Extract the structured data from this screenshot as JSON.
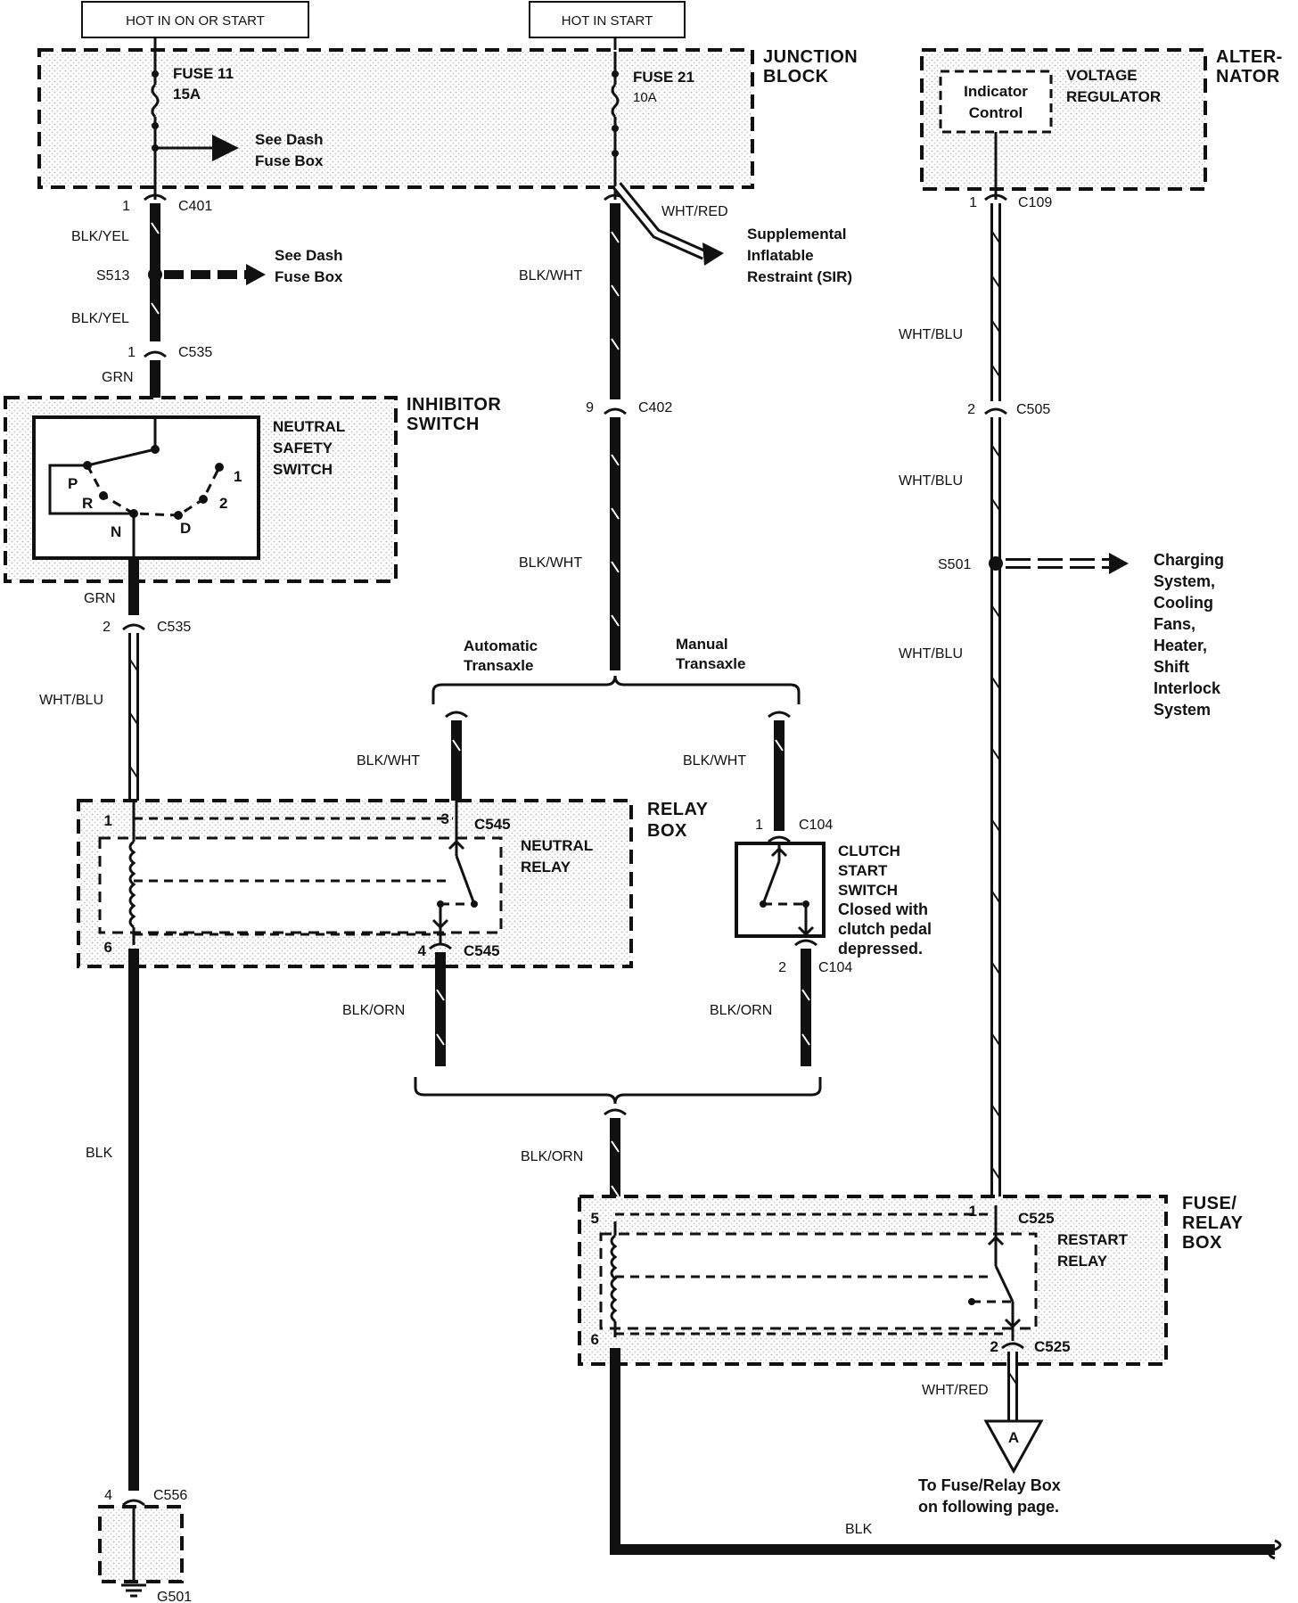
{
  "header_tags": {
    "hot_on_start": "HOT IN ON OR START",
    "hot_start": "HOT IN START"
  },
  "junction_block": {
    "title_line1": "JUNCTION",
    "title_line2": "BLOCK",
    "fuse11_name": "FUSE 11",
    "fuse11_amp": "15A",
    "fuse21_name": "FUSE 21",
    "fuse21_amp": "10A",
    "see_dash_line1": "See Dash",
    "see_dash_line2": "Fuse Box"
  },
  "alternator": {
    "title_line1": "ALTER-",
    "title_line2": "NATOR",
    "voltage_line1": "VOLTAGE",
    "voltage_line2": "REGULATOR",
    "indicator_line1": "Indicator",
    "indicator_line2": "Control"
  },
  "connectors": {
    "c401": "C401",
    "c401_pin": "1",
    "c109": "C109",
    "c109_pin": "1",
    "c535_top": "C535",
    "c535_top_pin": "1",
    "c535_bot": "C535",
    "c535_bot_pin": "2",
    "c402": "C402",
    "c402_pin": "9",
    "c505": "C505",
    "c505_pin": "2",
    "c545_top": "C545",
    "c545_top_pin": "3",
    "c545_bot": "C545",
    "c545_bot_pin": "4",
    "relay_pin1": "1",
    "relay_pin6": "6",
    "c104_top": "C104",
    "c104_top_pin": "1",
    "c104_bot": "C104",
    "c104_bot_pin": "2",
    "c525_top": "C525",
    "c525_top_pin": "1",
    "c525_bot": "C525",
    "c525_bot_pin": "2",
    "fuse_relay_pin5": "5",
    "fuse_relay_pin6": "6",
    "c556": "C556",
    "c556_pin": "4",
    "g501": "G501"
  },
  "splices": {
    "s513": "S513",
    "s501": "S501"
  },
  "wires": {
    "blk_yel_1": "BLK/YEL",
    "blk_yel_2": "BLK/YEL",
    "grn_1": "GRN",
    "grn_2": "GRN",
    "wht_blu_left": "WHT/BLU",
    "blk_left": "BLK",
    "wht_red_top": "WHT/RED",
    "blk_wht_1": "BLK/WHT",
    "blk_wht_2": "BLK/WHT",
    "blk_wht_auto": "BLK/WHT",
    "blk_wht_manual": "BLK/WHT",
    "blk_orn_auto": "BLK/ORN",
    "blk_orn_manual": "BLK/ORN",
    "blk_orn_main": "BLK/ORN",
    "wht_blu_r1": "WHT/BLU",
    "wht_blu_r2": "WHT/BLU",
    "wht_blu_r3": "WHT/BLU",
    "wht_red_bottom": "WHT/RED",
    "blk_bottom": "BLK"
  },
  "see_dash_s513_line1": "See Dash",
  "see_dash_s513_line2": "Fuse Box",
  "sir_line1": "Supplemental",
  "sir_line2": "Inflatable",
  "sir_line3": "Restraint (SIR)",
  "inhibitor": {
    "title_line1": "INHIBITOR",
    "title_line2": "SWITCH",
    "neutral_line1": "NEUTRAL",
    "neutral_line2": "SAFETY",
    "neutral_line3": "SWITCH",
    "pos_p": "P",
    "pos_r": "R",
    "pos_n": "N",
    "pos_d": "D",
    "pos_2": "2",
    "pos_1": "1"
  },
  "transaxle": {
    "auto_line1": "Automatic",
    "auto_line2": "Transaxle",
    "manual_line1": "Manual",
    "manual_line2": "Transaxle"
  },
  "relay_box": {
    "title_line1": "RELAY",
    "title_line2": "BOX",
    "neutral_line1": "NEUTRAL",
    "neutral_line2": "RELAY"
  },
  "clutch": {
    "line1": "CLUTCH",
    "line2": "START",
    "line3": "SWITCH",
    "note1": "Closed with",
    "note2": "clutch pedal",
    "note3": "depressed."
  },
  "charging_list": [
    "Charging",
    "System,",
    "Cooling",
    "Fans,",
    "Heater,",
    "Shift",
    "Interlock",
    "System"
  ],
  "fuse_relay_box": {
    "title_line1": "FUSE/",
    "title_line2": "RELAY",
    "title_line3": "BOX",
    "restart_line1": "RESTART",
    "restart_line2": "RELAY"
  },
  "ref_a": {
    "letter": "A",
    "line1": "To Fuse/Relay Box",
    "line2": "on following page."
  }
}
